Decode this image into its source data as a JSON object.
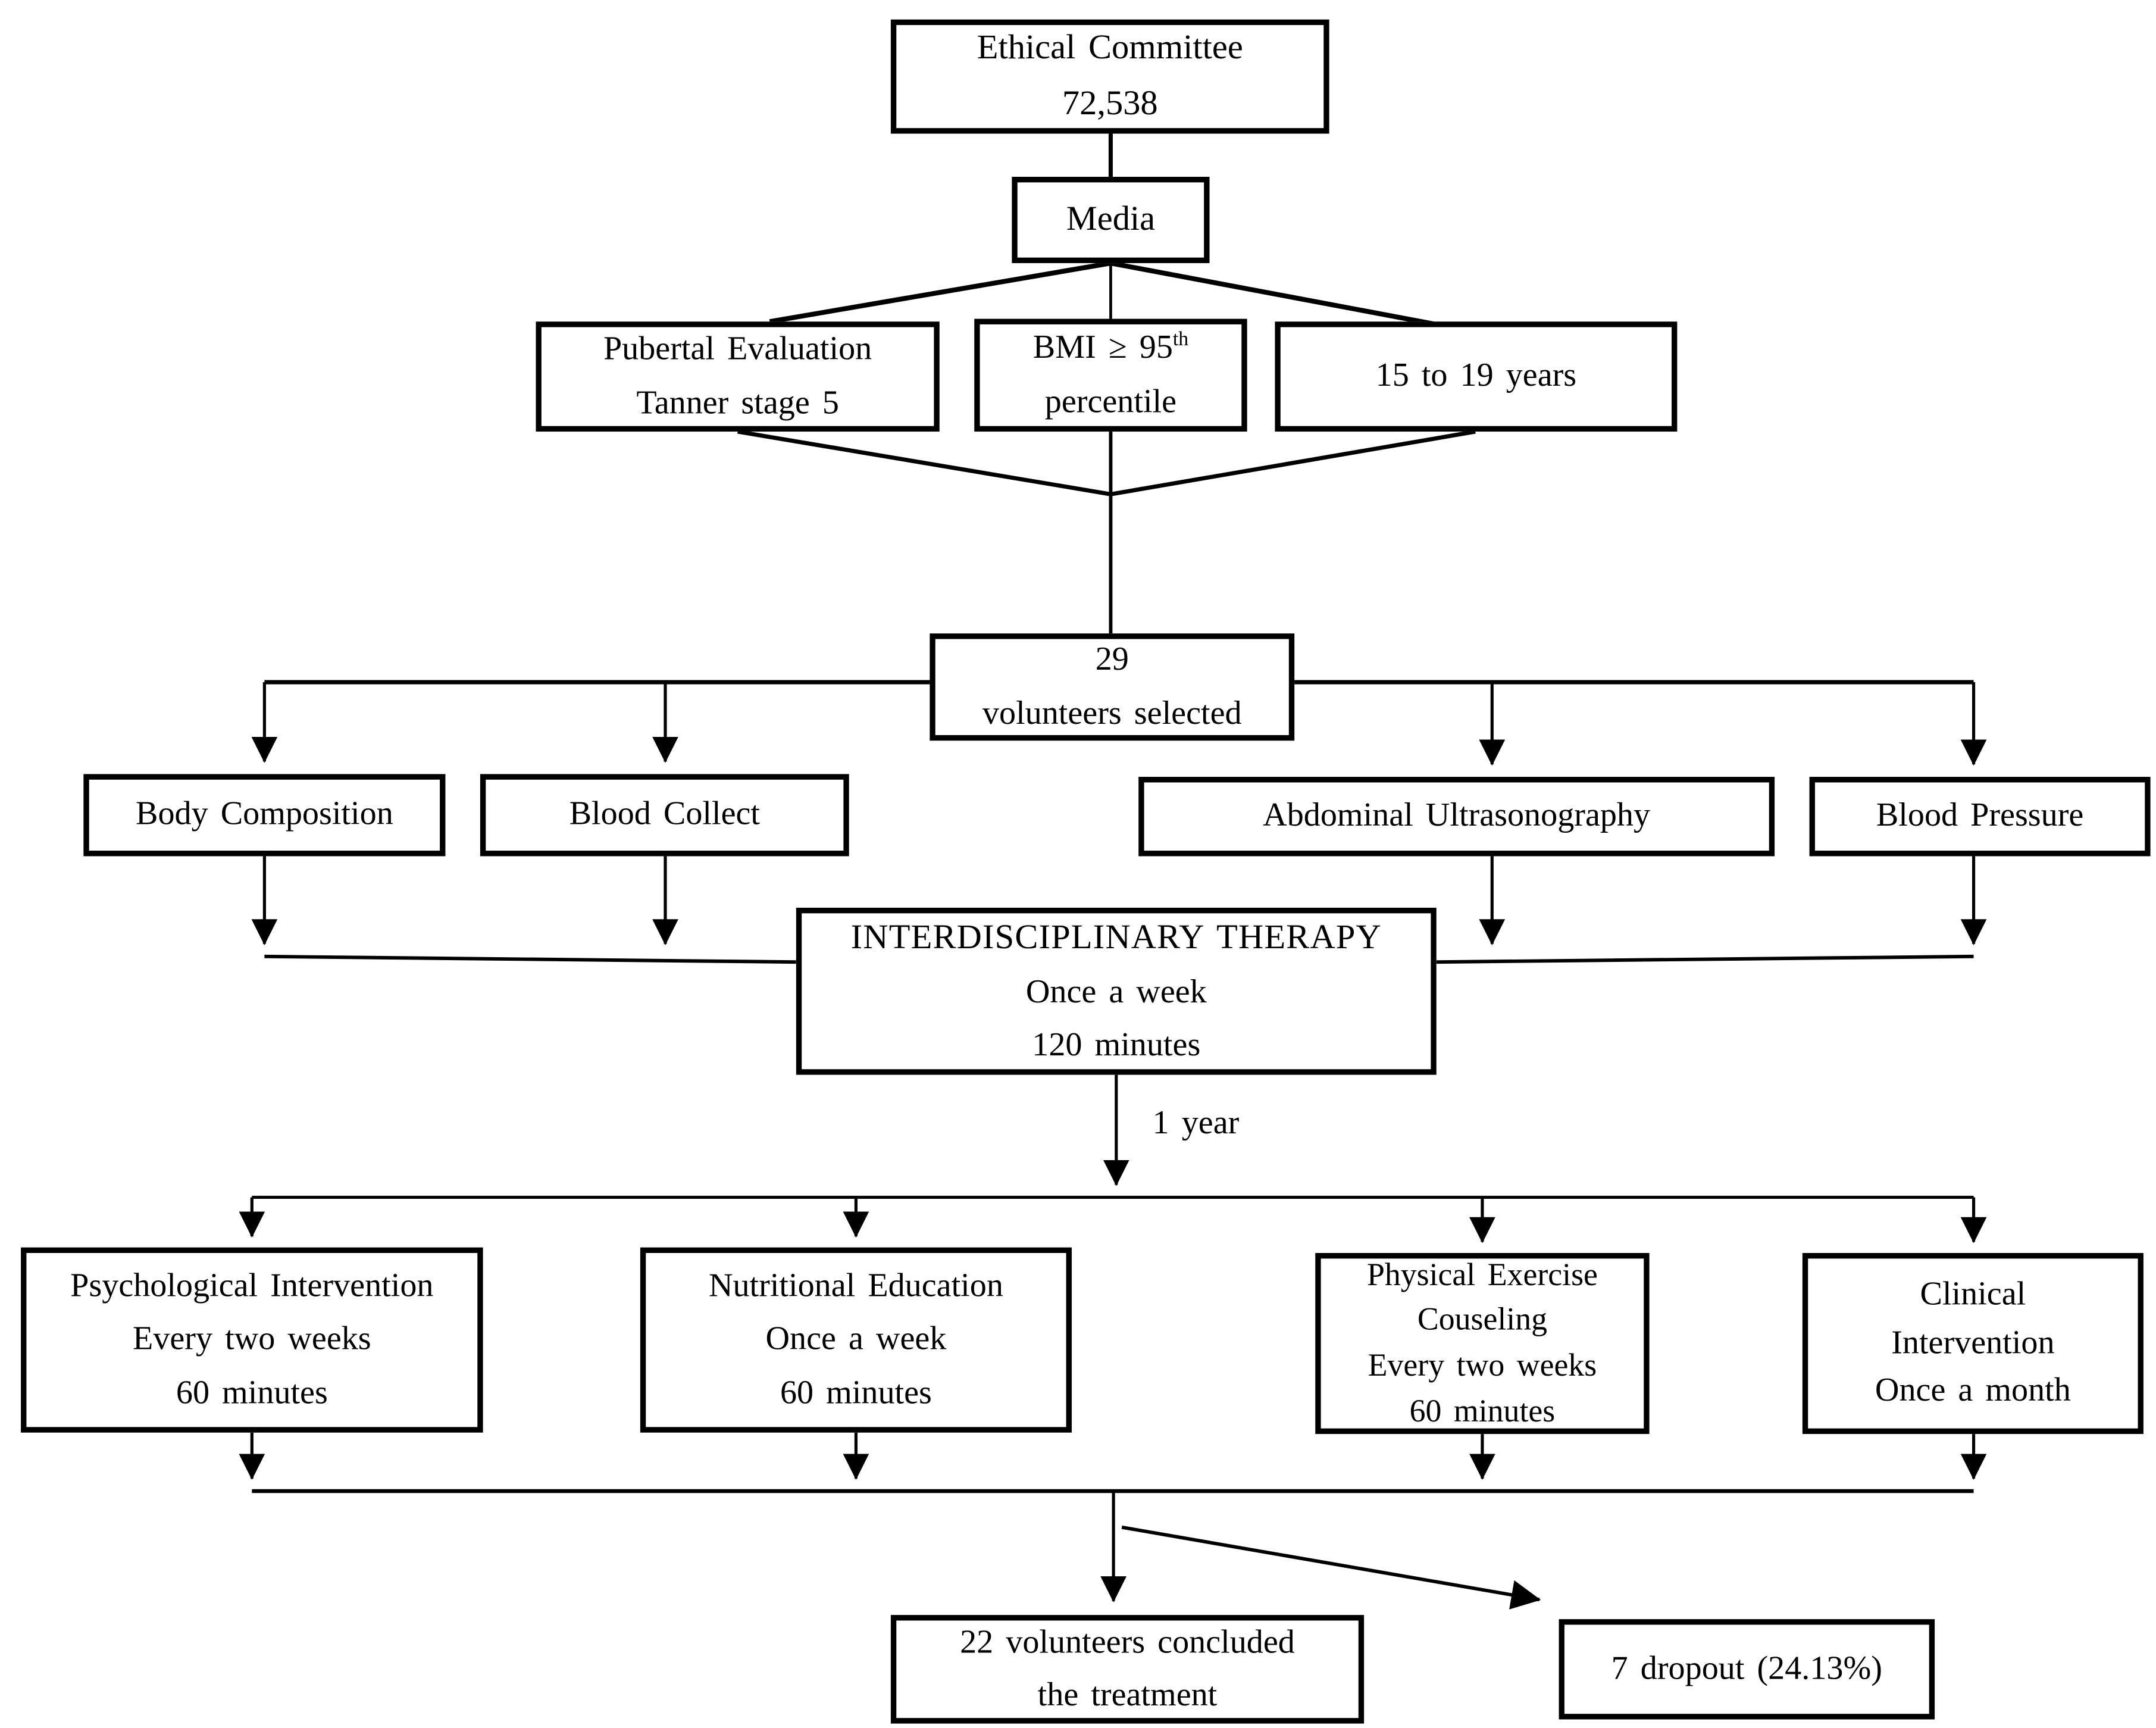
{
  "figure": {
    "background_color": "#ffffff",
    "line_color": "#000000",
    "type": "study-flow-diagram"
  },
  "nodes": {
    "ethical": {
      "lines": [
        "Ethical Committee",
        "72,538"
      ]
    },
    "media": {
      "lines": [
        "Media"
      ]
    },
    "pubertal": {
      "lines": [
        "Pubertal Evaluation",
        "Tanner stage 5"
      ]
    },
    "bmi": {
      "line1_pre": "BMI ≥ 95",
      "line1_sup": "th",
      "line2": "percentile"
    },
    "age": {
      "lines": [
        "15 to 19 years"
      ]
    },
    "selected": {
      "lines": [
        "29",
        "volunteers selected"
      ]
    },
    "body_composition": {
      "lines": [
        "Body Composition"
      ]
    },
    "blood_collect": {
      "lines": [
        "Blood Collect"
      ]
    },
    "abdominal": {
      "lines": [
        "Abdominal Ultrasonography"
      ]
    },
    "blood_pressure": {
      "lines": [
        "Blood Pressure"
      ]
    },
    "therapy": {
      "lines": [
        "INTERDISCIPLINARY THERAPY",
        "Once a week",
        "120 minutes"
      ]
    },
    "psychological": {
      "lines": [
        "Psychological Intervention",
        "Every two weeks",
        "60 minutes"
      ]
    },
    "nutritional": {
      "lines": [
        "Nutritional Education",
        "Once a week",
        "60 minutes"
      ]
    },
    "physical": {
      "lines": [
        "Physical Exercise",
        "Couseling",
        "Every two weeks",
        "60 minutes"
      ]
    },
    "clinical": {
      "lines": [
        "Clinical",
        "Intervention",
        "Once a month"
      ]
    },
    "concluded": {
      "lines": [
        "22 volunteers concluded",
        "the treatment"
      ]
    },
    "dropout": {
      "lines": [
        "7 dropout (24.13%)"
      ]
    }
  },
  "labels": {
    "duration": "1 year"
  }
}
